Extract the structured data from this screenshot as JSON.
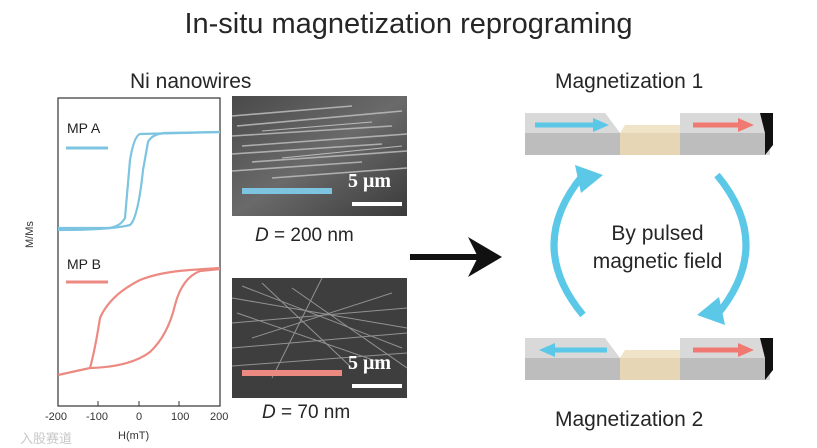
{
  "title": "In-situ magnetization reprograming",
  "subtitle": "Ni nanowires",
  "plot": {
    "ylabel": "M/Ms",
    "xlabel": "H(mT)",
    "xticks": [
      "-200",
      "-100",
      "0",
      "100",
      "200"
    ],
    "legend_a": "MP A",
    "legend_b": "MP B",
    "color_a": "#7cc4e0",
    "color_b": "#ec8a82"
  },
  "sem": {
    "top_scale": "5 μm",
    "top_caption_var": "D",
    "top_caption_value": " = 200 nm",
    "bottom_scale": "5 μm",
    "bottom_caption_var": "D",
    "bottom_caption_value": " = 70 nm"
  },
  "right": {
    "mag1_label": "Magnetization 1",
    "mag2_label": "Magnetization 2",
    "cycle_line1": "By pulsed",
    "cycle_line2": "magnetic field",
    "arrow_cyan": "#5bc8e8",
    "arrow_red": "#f07a72"
  },
  "watermark": "入股赛道"
}
